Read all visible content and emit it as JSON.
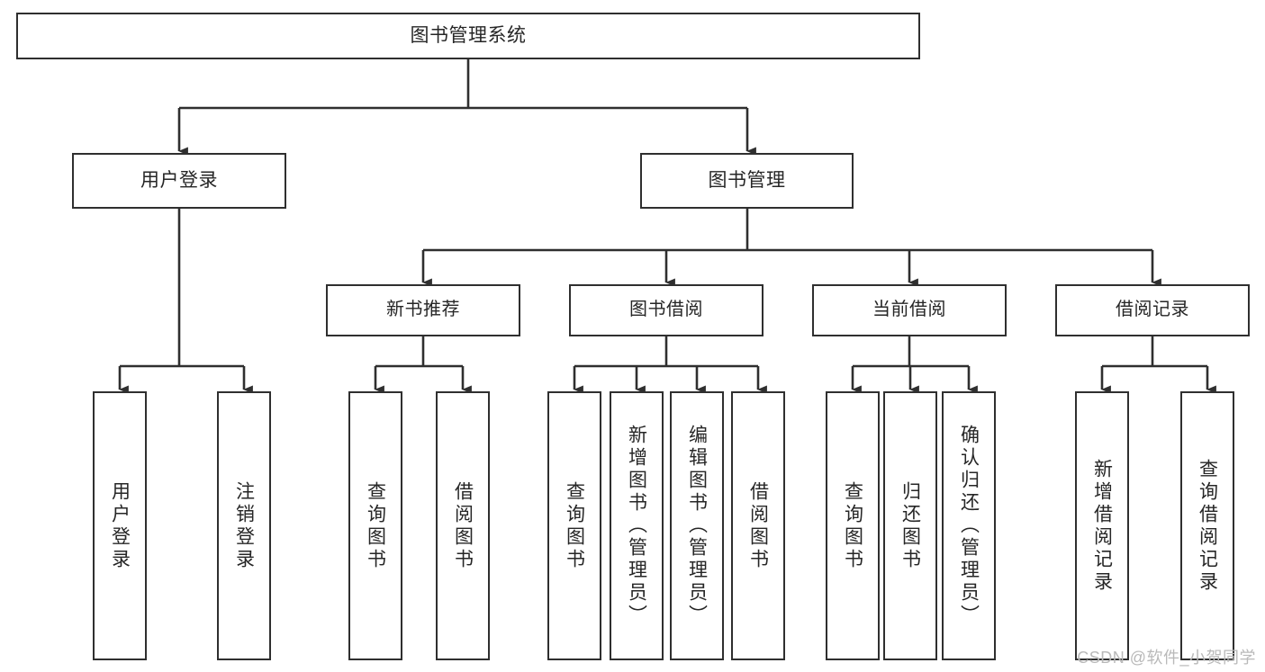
{
  "diagram": {
    "type": "tree-hierarchy",
    "title": "图书管理系统",
    "root": {
      "id": "root",
      "label": "图书管理系统"
    },
    "level2": [
      {
        "id": "user-login",
        "label": "用户登录"
      },
      {
        "id": "book-manage",
        "label": "图书管理"
      }
    ],
    "level3": [
      {
        "id": "new-book-recommend",
        "label": "新书推荐",
        "parent": "book-manage"
      },
      {
        "id": "book-borrow",
        "label": "图书借阅",
        "parent": "book-manage"
      },
      {
        "id": "current-borrow",
        "label": "当前借阅",
        "parent": "book-manage"
      },
      {
        "id": "borrow-record",
        "label": "借阅记录",
        "parent": "book-manage"
      }
    ],
    "leaves": {
      "user-login": [
        {
          "id": "leaf-user-login",
          "label": "用户登录"
        },
        {
          "id": "leaf-logout",
          "label": "注销登录"
        }
      ],
      "new-book-recommend": [
        {
          "id": "leaf-query-book-1",
          "label": "查询图书"
        },
        {
          "id": "leaf-borrow-book-1",
          "label": "借阅图书"
        }
      ],
      "book-borrow": [
        {
          "id": "leaf-query-book-2",
          "label": "查询图书"
        },
        {
          "id": "leaf-add-book",
          "label": "新增图书（管理员）"
        },
        {
          "id": "leaf-edit-book",
          "label": "编辑图书（管理员）"
        },
        {
          "id": "leaf-borrow-book-2",
          "label": "借阅图书"
        }
      ],
      "current-borrow": [
        {
          "id": "leaf-query-book-3",
          "label": "查询图书"
        },
        {
          "id": "leaf-return-book",
          "label": "归还图书"
        },
        {
          "id": "leaf-confirm-return",
          "label": "确认归还（管理员）"
        }
      ],
      "borrow-record": [
        {
          "id": "leaf-add-record",
          "label": "新增借阅记录"
        },
        {
          "id": "leaf-query-record",
          "label": "查询借阅记录"
        }
      ]
    },
    "watermark": "CSDN @软件_小贺同学",
    "colors": {
      "stroke": "#2f2f2f",
      "fill": "#ffffff",
      "text": "#262626",
      "watermark": "#b9b9b9"
    }
  }
}
